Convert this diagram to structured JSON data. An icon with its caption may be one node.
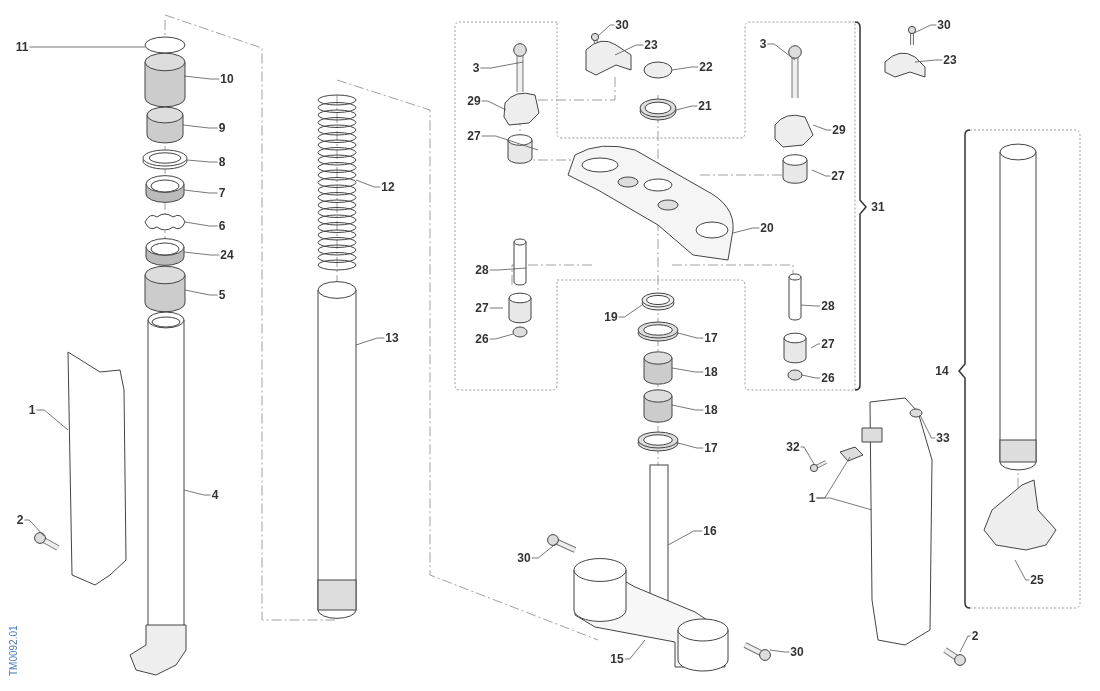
{
  "diagram": {
    "nodes": [
      {
        "text": [
          "11"
        ]
      },
      {
        "text": [
          "10"
        ]
      },
      {
        "text": [
          "9"
        ]
      },
      {
        "text": [
          "8"
        ]
      },
      {
        "text": [
          "7"
        ]
      },
      {
        "text": [
          "6"
        ]
      },
      {
        "text": [
          "24"
        ]
      },
      {
        "text": [
          "5"
        ]
      },
      {
        "text": [
          "1"
        ]
      },
      {
        "text": [
          "4"
        ]
      },
      {
        "text": [
          "2"
        ]
      },
      {
        "text": [
          "12"
        ]
      },
      {
        "text": [
          "13"
        ]
      },
      {
        "text": [
          "30"
        ]
      },
      {
        "text": [
          "23"
        ]
      },
      {
        "text": [
          "3"
        ]
      },
      {
        "text": [
          "22"
        ]
      },
      {
        "text": [
          "29"
        ]
      },
      {
        "text": [
          "21"
        ]
      },
      {
        "text": [
          "27"
        ]
      },
      {
        "text": [
          "30"
        ]
      },
      {
        "text": [
          "23"
        ]
      },
      {
        "text": [
          "3"
        ]
      },
      {
        "text": [
          "29"
        ]
      },
      {
        "text": [
          "27"
        ]
      },
      {
        "text": [
          "20"
        ]
      },
      {
        "text": [
          "28"
        ]
      },
      {
        "text": [
          "27"
        ]
      },
      {
        "text": [
          "26"
        ]
      },
      {
        "text": [
          "19"
        ]
      },
      {
        "text": [
          "17"
        ]
      },
      {
        "text": [
          "18"
        ]
      },
      {
        "text": [
          "18"
        ]
      },
      {
        "text": [
          "17"
        ]
      },
      {
        "text": [
          "28"
        ]
      },
      {
        "text": [
          "27"
        ]
      },
      {
        "text": [
          "26"
        ]
      },
      {
        "text": [
          "16"
        ]
      },
      {
        "text": [
          "30"
        ]
      },
      {
        "text": [
          "15"
        ]
      },
      {
        "text": [
          "30"
        ]
      },
      {
        "text": [
          "32"
        ]
      },
      {
        "text": [
          "33"
        ]
      },
      {
        "text": [
          "1"
        ]
      },
      {
        "text": [
          "25"
        ]
      },
      {
        "text": [
          "2"
        ]
      }
    ],
    "edges": [
      {
        "from": 0,
        "to": null,
        "arrow": "none"
      },
      {
        "from": 1,
        "to": null,
        "arrow": "none"
      },
      {
        "from": 2,
        "to": null,
        "arrow": "none"
      },
      {
        "from": 3,
        "to": null,
        "arrow": "none"
      },
      {
        "from": 4,
        "to": null,
        "arrow": "none"
      },
      {
        "from": 5,
        "to": null,
        "arrow": "none"
      },
      {
        "from": 6,
        "to": null,
        "arrow": "none"
      },
      {
        "from": 7,
        "to": null,
        "arrow": "none"
      },
      {
        "from": 8,
        "to": null,
        "arrow": "none"
      },
      {
        "from": 9,
        "to": null,
        "arrow": "none"
      },
      {
        "from": 10,
        "to": null,
        "arrow": "none"
      },
      {
        "from": 11,
        "to": null,
        "arrow": "none"
      },
      {
        "from": 12,
        "to": null,
        "arrow": "none"
      },
      {
        "from": 13,
        "to": null,
        "arrow": "none"
      },
      {
        "from": 14,
        "to": null,
        "arrow": "none"
      },
      {
        "from": 15,
        "to": null,
        "arrow": "none"
      },
      {
        "from": 16,
        "to": null,
        "arrow": "none"
      },
      {
        "from": 17,
        "to": null,
        "arrow": "none"
      },
      {
        "from": 18,
        "to": null,
        "arrow": "none"
      },
      {
        "from": 19,
        "to": null,
        "arrow": "none"
      },
      {
        "from": 20,
        "to": null,
        "arrow": "none"
      },
      {
        "from": 21,
        "to": null,
        "arrow": "none"
      },
      {
        "from": 22,
        "to": null,
        "arrow": "none"
      },
      {
        "from": 23,
        "to": null,
        "arrow": "none"
      },
      {
        "from": 24,
        "to": null,
        "arrow": "none"
      },
      {
        "from": 25,
        "to": null,
        "arrow": "none"
      },
      {
        "from": 26,
        "to": null,
        "arrow": "none"
      },
      {
        "from": 27,
        "to": null,
        "arrow": "none"
      },
      {
        "from": 28,
        "to": null,
        "arrow": "none"
      },
      {
        "from": 29,
        "to": null,
        "arrow": "none"
      },
      {
        "from": 30,
        "to": null,
        "arrow": "none"
      },
      {
        "from": 31,
        "to": null,
        "arrow": "none"
      },
      {
        "from": 32,
        "to": null,
        "arrow": "none"
      },
      {
        "from": 33,
        "to": null,
        "arrow": "none"
      },
      {
        "from": 34,
        "to": null,
        "arrow": "none"
      },
      {
        "from": 35,
        "to": null,
        "arrow": "none"
      },
      {
        "from": 36,
        "to": null,
        "arrow": "none"
      },
      {
        "from": 37,
        "to": null,
        "arrow": "none"
      },
      {
        "from": 38,
        "to": null,
        "arrow": "none"
      },
      {
        "from": 39,
        "to": null,
        "arrow": "none"
      },
      {
        "from": 40,
        "to": null,
        "arrow": "none"
      },
      {
        "from": 41,
        "to": null,
        "arrow": "none"
      },
      {
        "from": 42,
        "to": null,
        "arrow": "none"
      },
      {
        "from": 43,
        "to": null,
        "arrow": "none"
      },
      {
        "from": 43,
        "to": null,
        "arrow": "none"
      },
      {
        "from": 44,
        "to": null,
        "arrow": "none"
      },
      {
        "from": 45,
        "to": null,
        "arrow": "none"
      }
    ],
    "labels": [
      "31",
      "14",
      "TM0092.01"
    ]
  }
}
